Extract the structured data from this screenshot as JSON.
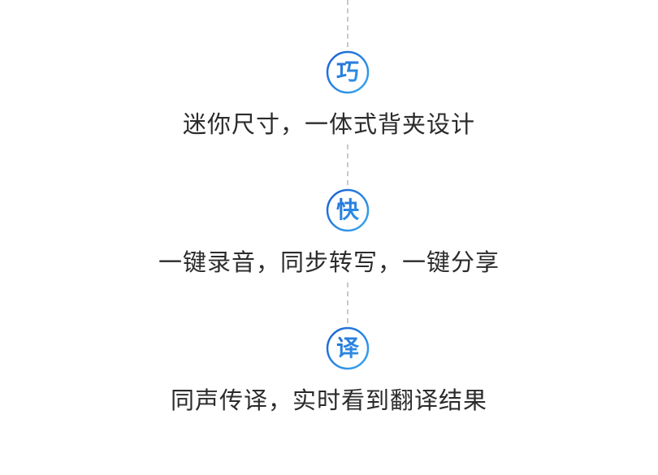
{
  "features": [
    {
      "badge": "巧",
      "caption": "迷你尺寸，一体式背夹设计"
    },
    {
      "badge": "快",
      "caption": "一键录音，同步转写，一键分享"
    },
    {
      "badge": "译",
      "caption": "同声传译，实时看到翻译结果"
    }
  ],
  "colors": {
    "accent_start": "#1a5fd0",
    "accent_end": "#3aa8f0",
    "connector": "#c8c8c8",
    "text": "#2b2b2b"
  }
}
